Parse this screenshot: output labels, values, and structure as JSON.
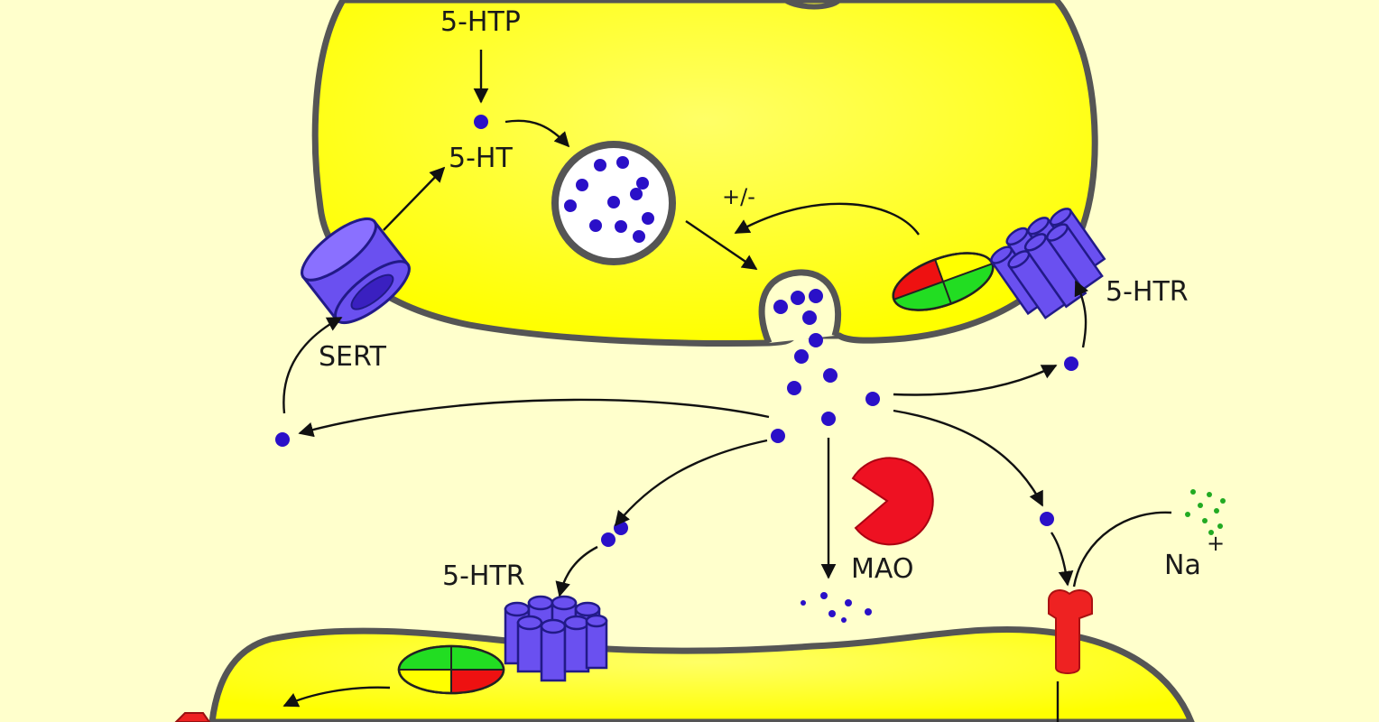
{
  "labels": {
    "htp": "5-HTP",
    "ht": "5-HT",
    "sert": "SERT",
    "feedback": "+/-",
    "htr_top": "5-HTR",
    "htr_bottom": "5-HTR",
    "mao": "MAO",
    "na": "Na",
    "na_charge": "+"
  },
  "colors": {
    "background": "#ffffcc",
    "cell_fill": "#ffff00",
    "membrane": "#555555",
    "serotonin": "#2a10c8",
    "receptor": "#6a50f0",
    "mao": "#ee1122",
    "ion_channel": "#ee2222",
    "sodium": "#22aa22",
    "gprotein_green": "#22dd22",
    "gprotein_red": "#ee1111"
  },
  "icons": {
    "sert": "transporter-cylinder-icon",
    "receptor": "receptor-cluster-icon",
    "g_protein": "g-protein-ellipse-icon",
    "mao": "pacman-enzyme-icon",
    "channel": "ion-channel-icon"
  }
}
